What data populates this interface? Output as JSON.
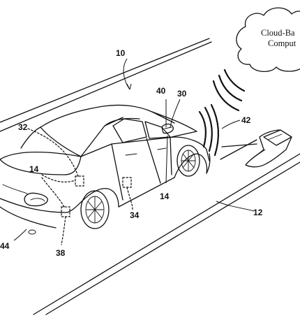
{
  "figure": {
    "cloud": {
      "line1": "Cloud-Ba",
      "line2": "Comput"
    },
    "reference_numerals": {
      "vehicle": "10",
      "road": "12",
      "sensor_front": "14",
      "sensor_rear": "14",
      "trailer_hitch_device": "30",
      "controller_dashed": "32",
      "side_module": "34",
      "rear_module": "38",
      "mirror_device": "40",
      "wireless_signal": "42",
      "rear_bumper_device": "44"
    }
  }
}
